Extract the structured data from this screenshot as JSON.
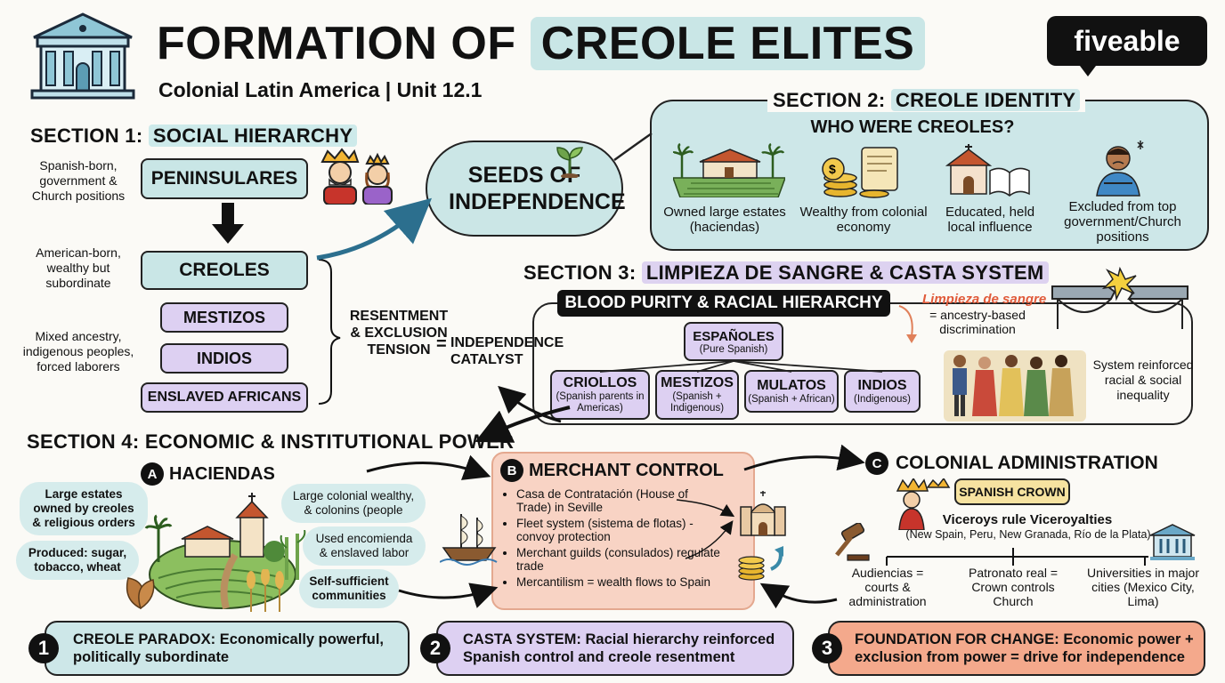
{
  "header": {
    "title_part1": "FORMATION OF",
    "title_part2": "CREOLE ELITES",
    "subtitle": "Colonial Latin America | Unit 12.1",
    "brand": "fiveable"
  },
  "section1": {
    "heading_prefix": "SECTION 1:",
    "heading_hl": "SOCIAL HIERARCHY",
    "label_peninsulares": "Spanish-born, government & Church positions",
    "label_creoles": "American-born, wealthy but subordinate",
    "label_lower": "Mixed ancestry, indigenous peoples, forced laborers",
    "tiers": [
      "PENINSULARES",
      "CREOLES",
      "MESTIZOS",
      "INDIOS",
      "ENSLAVED AFRICANS"
    ],
    "tension_text": "RESENTMENT & EXCLUSION TENSION",
    "equals": "=",
    "catalyst": "INDEPENDENCE CATALYST"
  },
  "seeds": {
    "text": "SEEDS OF INDEPENDENCE"
  },
  "section2": {
    "heading_prefix": "SECTION 2:",
    "heading_hl": "CREOLE IDENTITY",
    "question": "WHO WERE CREOLES?",
    "items": [
      "Owned large estates (haciendas)",
      "Wealthy from colonial economy",
      "Educated, held local influence",
      "Excluded from top government/Church positions"
    ]
  },
  "section3": {
    "heading_prefix": "SECTION 3:",
    "heading_hl": "LIMPIEZA DE SANGRE & CASTA SYSTEM",
    "banner": "BLOOD PURITY & RACIAL HIERARCHY",
    "term": "Limpieza de sangre",
    "term_def": "= ancestry-based discrimination",
    "top": {
      "name": "ESPAÑOLES",
      "sub": "(Pure Spanish)"
    },
    "castes": [
      {
        "name": "CRIOLLOS",
        "sub": "(Spanish parents in Americas)"
      },
      {
        "name": "MESTIZOS",
        "sub": "(Spanish + Indigenous)"
      },
      {
        "name": "MULATOS",
        "sub": "(Spanish + African)"
      },
      {
        "name": "INDIOS",
        "sub": "(Indigenous)"
      }
    ],
    "system_note": "System reinforced racial & social inequality"
  },
  "section4": {
    "heading": "SECTION 4: ECONOMIC & INSTITUTIONAL POWER",
    "haciendas": {
      "letter": "A",
      "title": "HACIENDAS",
      "cloud1": "Large estates owned by creoles & religious orders",
      "cloud2": "Produced: sugar, tobacco, wheat",
      "cloud3": "Large colonial wealthy, & colonins (people",
      "cloud4": "Used encomienda & enslaved labor",
      "cloud5": "Self-sufficient communities"
    },
    "merchant": {
      "letter": "B",
      "title": "MERCHANT CONTROL",
      "bullets": [
        "Casa de Contratación (House of Trade) in Seville",
        "Fleet system (sistema de flotas) - convoy protection",
        "Merchant guilds (consulados) regulate trade",
        "Mercantilism = wealth flows to Spain"
      ]
    },
    "admin": {
      "letter": "C",
      "title": "COLONIAL ADMINISTRATION",
      "crown": "SPANISH CROWN",
      "viceroys": "Viceroys rule Viceroyalties",
      "viceroy_list": "(New Spain, Peru, New Granada, Río de la Plata)",
      "cols": [
        "Audiencias = courts & administration",
        "Patronato real = Crown controls Church",
        "Universities in major cities (Mexico City, Lima)"
      ]
    }
  },
  "takeaways": [
    {
      "num": "1",
      "text": "CREOLE PARADOX: Economically powerful, politically subordinate"
    },
    {
      "num": "2",
      "text": "CASTA SYSTEM: Racial hierarchy reinforced Spanish control and creole resentment"
    },
    {
      "num": "3",
      "text": "FOUNDATION FOR CHANGE: Economic power + exclusion from power = drive for independence"
    }
  ],
  "colors": {
    "teal": "#c9e6e6",
    "purple": "#ddd0f2",
    "peach": "#f8d3c4",
    "orange_box": "#f4a98c",
    "arrow_blue": "#2c6f8e"
  }
}
